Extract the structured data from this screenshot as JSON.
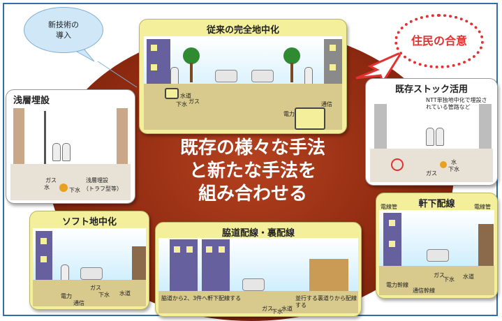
{
  "center": {
    "line1": "既存の様々な手法",
    "line2": "と新たな手法を",
    "line3": "組み合わせる"
  },
  "bubble": {
    "line1": "新技術の",
    "line2": "導入"
  },
  "consensus": {
    "label": "住民の合意"
  },
  "panels": {
    "top": {
      "title": "従来の完全地中化",
      "labels": [
        "水道",
        "下水",
        "ガス",
        "電力",
        "通信"
      ]
    },
    "left": {
      "title": "浅層埋設",
      "labels": [
        "ガス",
        "水",
        "下水",
        "浅層埋設",
        "（トラフ型等）"
      ]
    },
    "right": {
      "title": "既存ストック活用",
      "note": "NTT単独地中化で埋設されている管路など",
      "labels": [
        "ガス",
        "下水",
        "水"
      ]
    },
    "bottom_left": {
      "title": "ソフト地中化",
      "labels": [
        "ガス",
        "下水",
        "水道",
        "電力",
        "通信"
      ]
    },
    "bottom_center": {
      "title": "脇道配線・裏配線",
      "note_left": "脇道から2、3件へ軒下配線する",
      "note_right": "並行する裏道りから配線する",
      "labels": [
        "ガス",
        "下水",
        "水道"
      ]
    },
    "bottom_right": {
      "title": "軒下配線",
      "labels": [
        "電線管",
        "電線管",
        "ガス",
        "下水",
        "水道",
        "電力幹線",
        "通信幹線"
      ]
    }
  },
  "colors": {
    "disc": "#8e2a10",
    "panel": "#f3ef9b",
    "building": "#66609e",
    "consensus": "#e33030"
  }
}
